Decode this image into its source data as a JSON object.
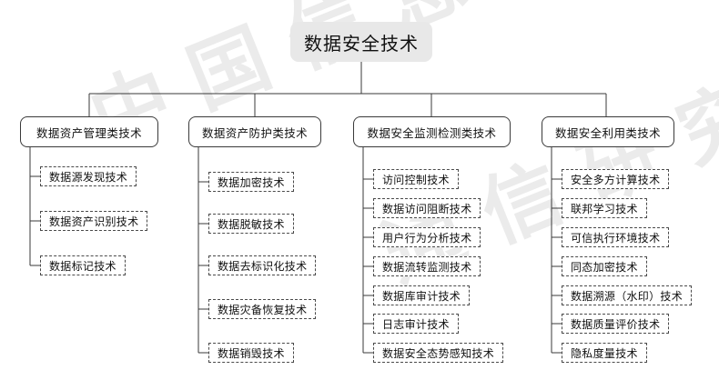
{
  "watermark": {
    "line1": "中国信息",
    "line2": "通信研究院"
  },
  "diagram": {
    "type": "tree",
    "root": {
      "label": "数据安全技术",
      "accent": "#e8e8e8"
    },
    "branches": [
      {
        "label": "数据资产管理类技术",
        "children": [
          "数据源发现技术",
          "数据资产识别技术",
          "数据标记技术"
        ]
      },
      {
        "label": "数据资产防护类技术",
        "children": [
          "数据加密技术",
          "数据脱敏技术",
          "数据去标识化技术",
          "数据灾备恢复技术",
          "数据销毁技术"
        ]
      },
      {
        "label": "数据安全监测检测类技术",
        "children": [
          "访问控制技术",
          "数据访问阻断技术",
          "用户行为分析技术",
          "数据流转监测技术",
          "数据库审计技术",
          "日志审计技术",
          "数据安全态势感知技术"
        ]
      },
      {
        "label": "数据安全利用类技术",
        "children": [
          "安全多方计算技术",
          "联邦学习技术",
          "可信执行环境技术",
          "同态加密技术",
          "数据溯源（水印）技术",
          "数据质量评价技术",
          "隐私度量技术"
        ]
      }
    ]
  },
  "colors": {
    "root_fill": "#e8e8e8",
    "node_border": "#3a3a3a",
    "leaf_border": "#4a4a4a",
    "line": "#3a3a3a",
    "text": "#111111",
    "background": "#ffffff"
  }
}
